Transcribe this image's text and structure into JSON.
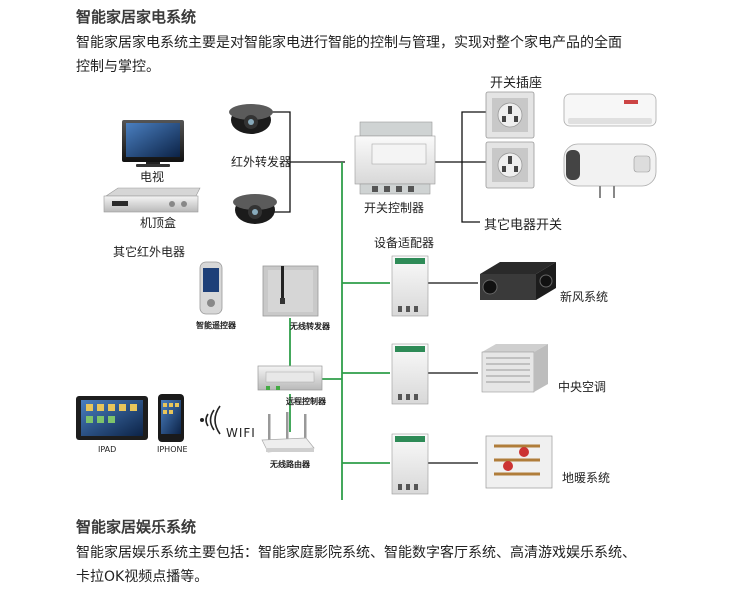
{
  "section1": {
    "title": "智能家居家电系统",
    "desc_line1": "智能家居家电系统主要是对智能家电进行智能的控制与管理，实现对整个家电产品的全面",
    "desc_line2": "控制与掌控。"
  },
  "diagram": {
    "labels": {
      "tv": "电视",
      "stb": "机顶盒",
      "other_ir": "其它红外电器",
      "ir_repeater": "红外转发器",
      "switch_socket": "开关插座",
      "switch_controller": "开关控制器",
      "other_switch": "其它电器开关",
      "device_adapter": "设备适配器",
      "fresh_air": "新风系统",
      "central_ac": "中央空调",
      "floor_heating": "地暖系统",
      "smart_remote": "智能遥控器",
      "wireless_repeater": "无线转发器",
      "remote_controller": "远程控制器",
      "wireless_router": "无线路由器",
      "wifi": "WIFI",
      "ipad": "IPAD",
      "iphone": "IPHONE"
    }
  },
  "section2": {
    "title": "智能家居娱乐系统",
    "desc_line1": "智能家居娱乐系统主要包括：智能家庭影院系统、智能数字客厅系统、高清游戏娱乐系统、",
    "desc_line2": "卡拉OK视频点播等。"
  },
  "colors": {
    "line_green": "#2f9e4a",
    "line_black": "#111111"
  }
}
